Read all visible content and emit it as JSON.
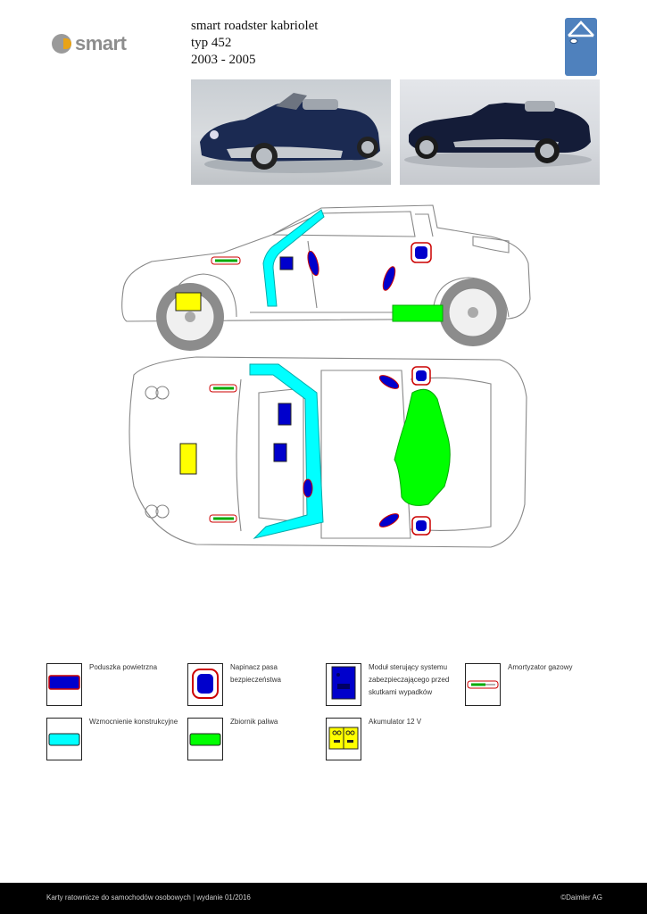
{
  "header": {
    "logo_text": "smart",
    "title_lines": [
      "smart roadster kabriolet",
      "typ 452",
      "2003 - 2005"
    ],
    "badge_color": "#4f81bd"
  },
  "legend": {
    "items": [
      {
        "label": "Poduszka powietrzna",
        "icon": "airbag-icon",
        "color": "#0000cc"
      },
      {
        "label": "Napinacz pasa bezpieczeństwa",
        "icon": "seatbelt-pretensioner-icon",
        "color": "#0000cc"
      },
      {
        "label": "Moduł sterujący systemu zabezpieczającego przed skutkami wypadków",
        "icon": "control-unit-icon",
        "color": "#0000cc"
      },
      {
        "label": "Amortyzator gazowy",
        "icon": "gas-strut-icon",
        "color": "#00cc00"
      },
      {
        "label": "Wzmocnienie konstrukcyjne",
        "icon": "reinforcement-icon",
        "color": "#00ffff"
      },
      {
        "label": "Zbiornik paliwa",
        "icon": "fuel-tank-icon",
        "color": "#00ff00"
      },
      {
        "label": "Akumulator 12 V",
        "icon": "battery-icon",
        "color": "#ffff00"
      }
    ]
  },
  "footer": {
    "left": "Karty ratownicze do samochodów osobowych  |  wydanie 01/2016",
    "right": "©Daimler AG"
  }
}
